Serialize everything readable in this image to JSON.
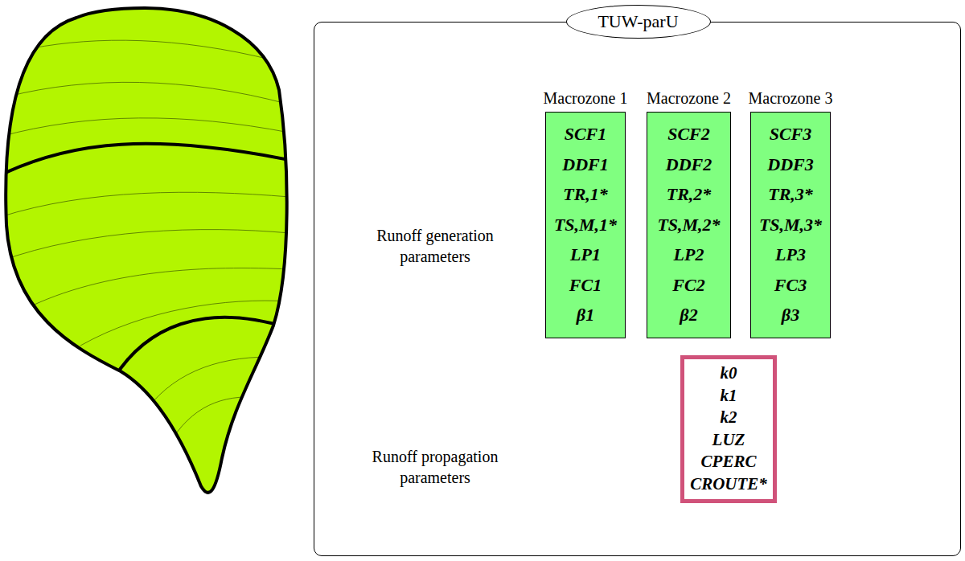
{
  "diagram": {
    "nodes": [
      {
        "text": [
          "TUW-parU"
        ]
      },
      {
        "text": [
          "Macrozone 1",
          "SCF1",
          "DDF1",
          "TR,1*",
          "TS,M,1*",
          "LP1",
          "FC1",
          "β1"
        ],
        "in": 0
      },
      {
        "text": [
          "Macrozone 2",
          "SCF2",
          "DDF2",
          "TR,2*",
          "TS,M,2*",
          "LP2",
          "FC2",
          "β2"
        ],
        "in": 0
      },
      {
        "text": [
          "Macrozone 3",
          "SCF3",
          "DDF3",
          "TR,3*",
          "TS,M,3*",
          "LP3",
          "FC3",
          "β3"
        ],
        "in": 0
      },
      {
        "text": [
          "k0",
          "k1",
          "k2",
          "LUZ",
          "CPERC",
          "CROUTE*"
        ],
        "in": 0
      }
    ],
    "labels": [
      "Runoff generation parameters",
      "Runoff propagation parameters"
    ]
  }
}
